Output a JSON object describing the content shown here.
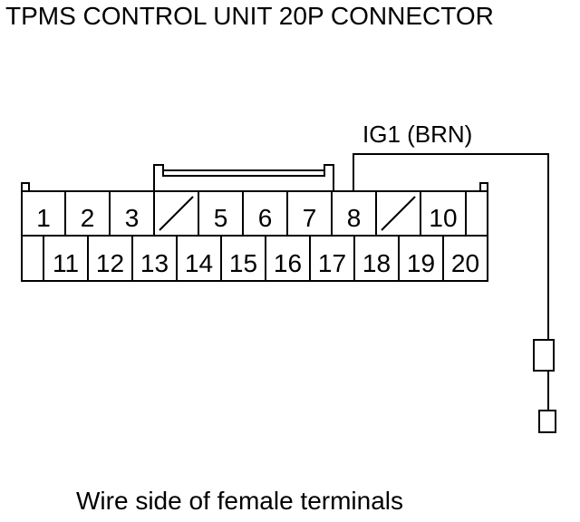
{
  "title": "TPMS CONTROL UNIT 20P CONNECTOR",
  "wire_label": "IG1 (BRN)",
  "caption": "Wire side of female terminals",
  "connector": {
    "top_row": [
      "1",
      "2",
      "3",
      "",
      "5",
      "6",
      "7",
      "8",
      "",
      "10",
      ""
    ],
    "bottom_row": [
      "",
      "11",
      "12",
      "13",
      "14",
      "15",
      "16",
      "17",
      "18",
      "19",
      "20"
    ]
  }
}
